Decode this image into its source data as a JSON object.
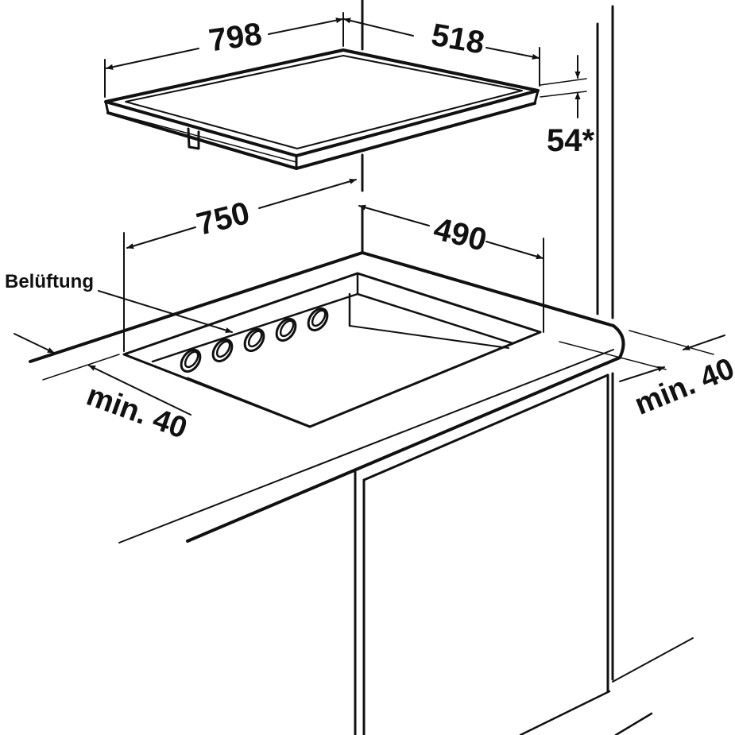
{
  "diagram": {
    "labels": {
      "hob_width": "798",
      "hob_depth": "518",
      "hob_height": "54*",
      "cutout_width": "750",
      "cutout_depth": "490",
      "ventilation": "Belüftung",
      "min_left": "min. 40",
      "min_right": "min. 40"
    },
    "vent_holes": 5,
    "colors": {
      "line": "#111111",
      "background": "#ffffff"
    }
  }
}
